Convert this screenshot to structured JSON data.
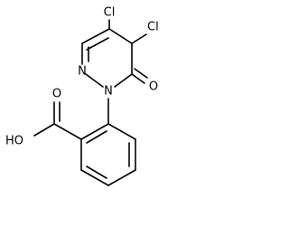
{
  "atoms": {
    "cl_top": "Cl",
    "cl_right": "Cl",
    "n_upper": "N",
    "n_lower": "N",
    "o_ketone": "O",
    "hydroxyl": "HO",
    "o_carbonyl": "O"
  }
}
